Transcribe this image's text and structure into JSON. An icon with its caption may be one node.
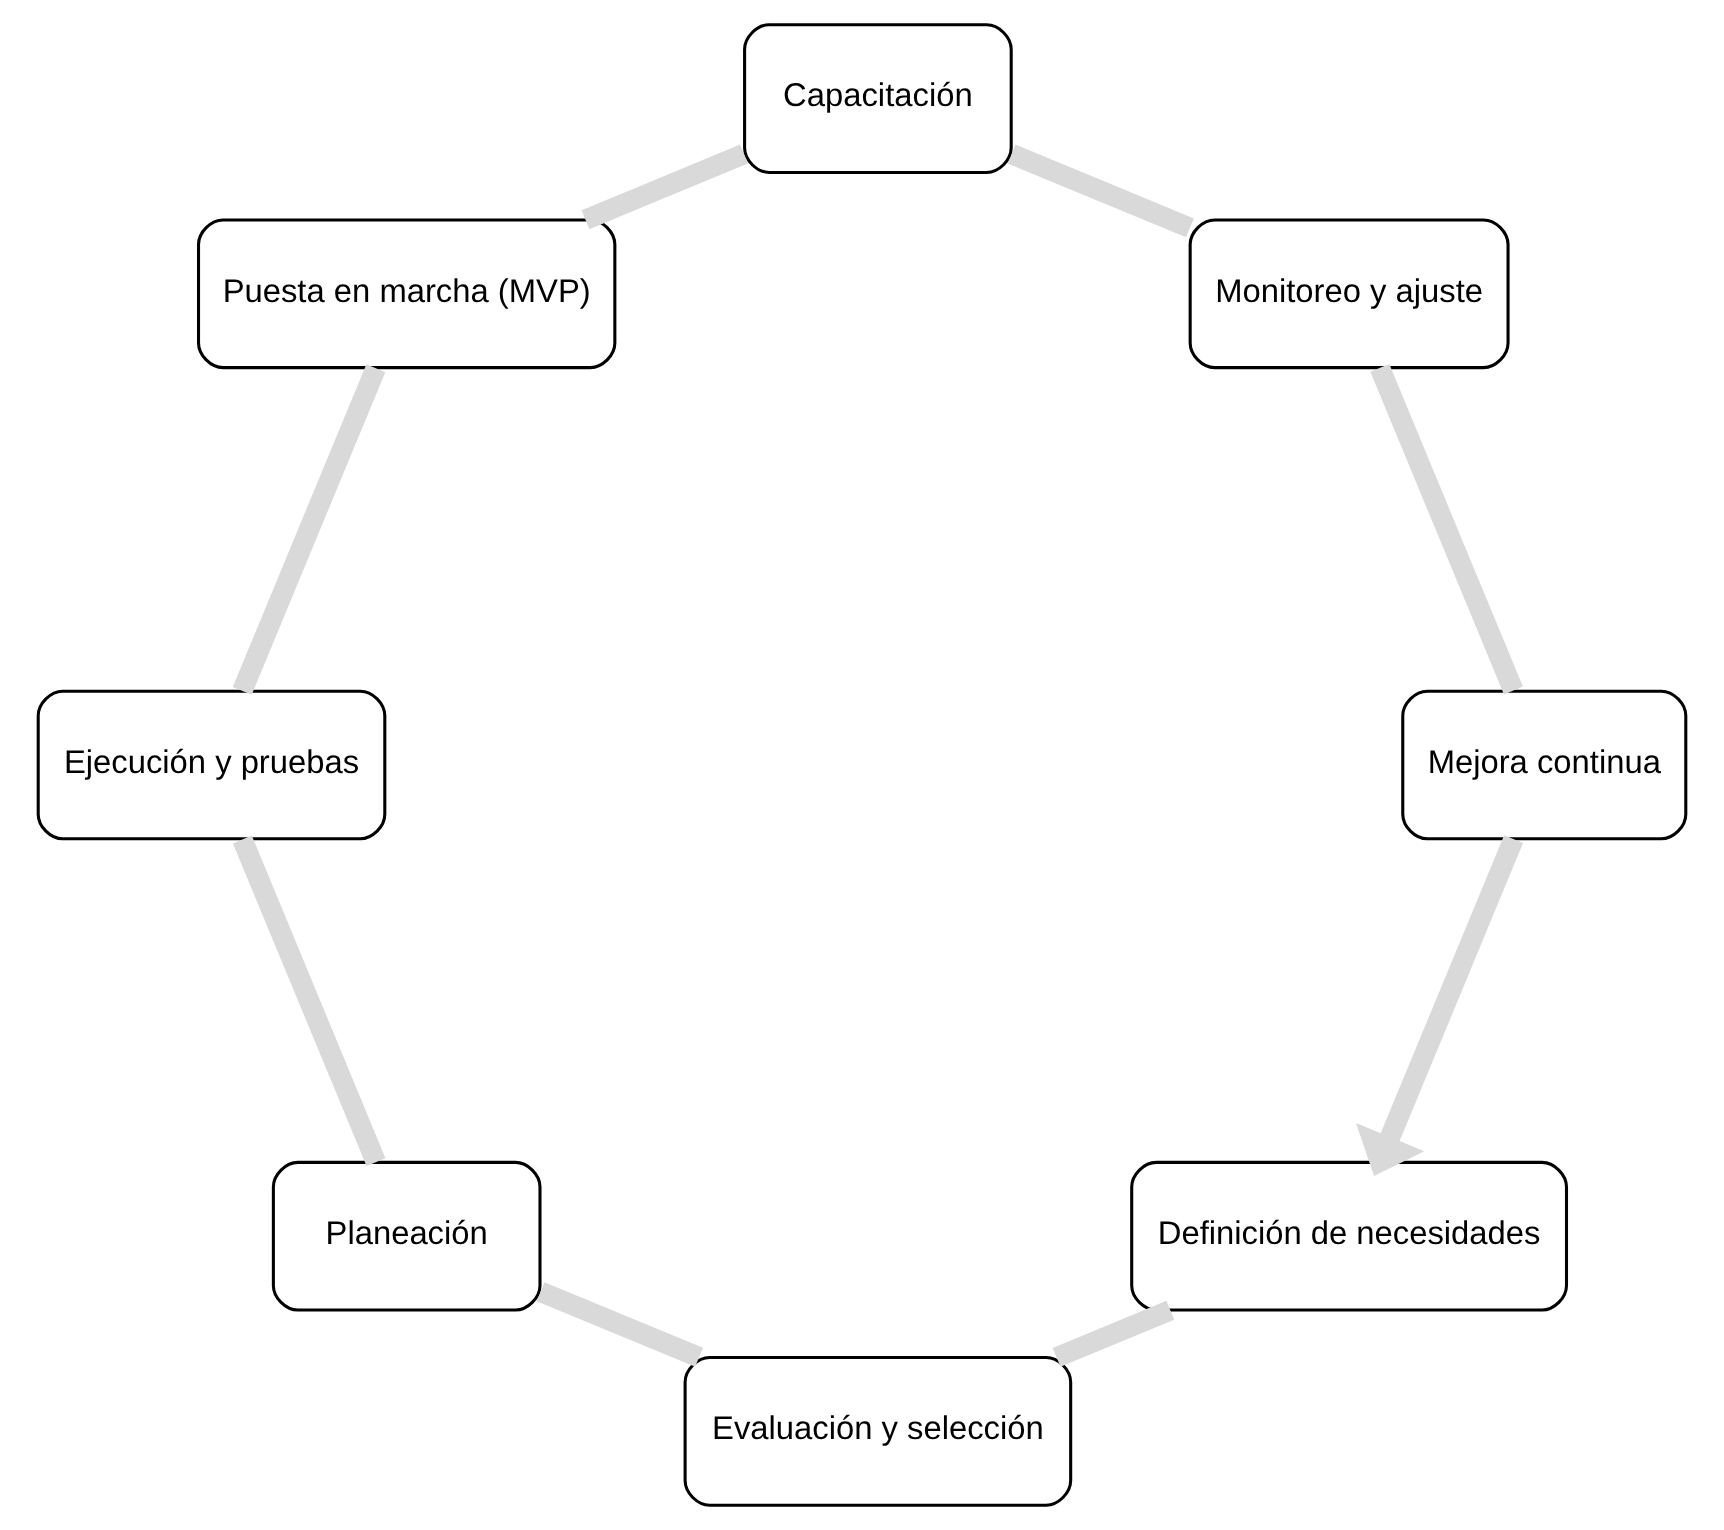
{
  "diagram": {
    "nodes": [
      {
        "text": [
          "Definición de necesidades"
        ]
      },
      {
        "text": [
          "Evaluación y selección"
        ]
      },
      {
        "text": [
          "Planeación"
        ]
      },
      {
        "text": [
          "Ejecución y pruebas"
        ]
      },
      {
        "text": [
          "Puesta en marcha (MVP)"
        ]
      },
      {
        "text": [
          "Capacitación"
        ]
      },
      {
        "text": [
          "Monitoreo y ajuste"
        ]
      },
      {
        "text": [
          "Mejora continua"
        ]
      }
    ],
    "edges": [
      {
        "from": 0,
        "to": 1,
        "arrow": "none"
      },
      {
        "from": 1,
        "to": 2,
        "arrow": "none"
      },
      {
        "from": 2,
        "to": 3,
        "arrow": "none"
      },
      {
        "from": 3,
        "to": 4,
        "arrow": "none"
      },
      {
        "from": 4,
        "to": 5,
        "arrow": "none"
      },
      {
        "from": 5,
        "to": 6,
        "arrow": "none"
      },
      {
        "from": 6,
        "to": 7,
        "arrow": "none"
      },
      {
        "from": 7,
        "to": 0,
        "arrow": "to"
      }
    ]
  }
}
